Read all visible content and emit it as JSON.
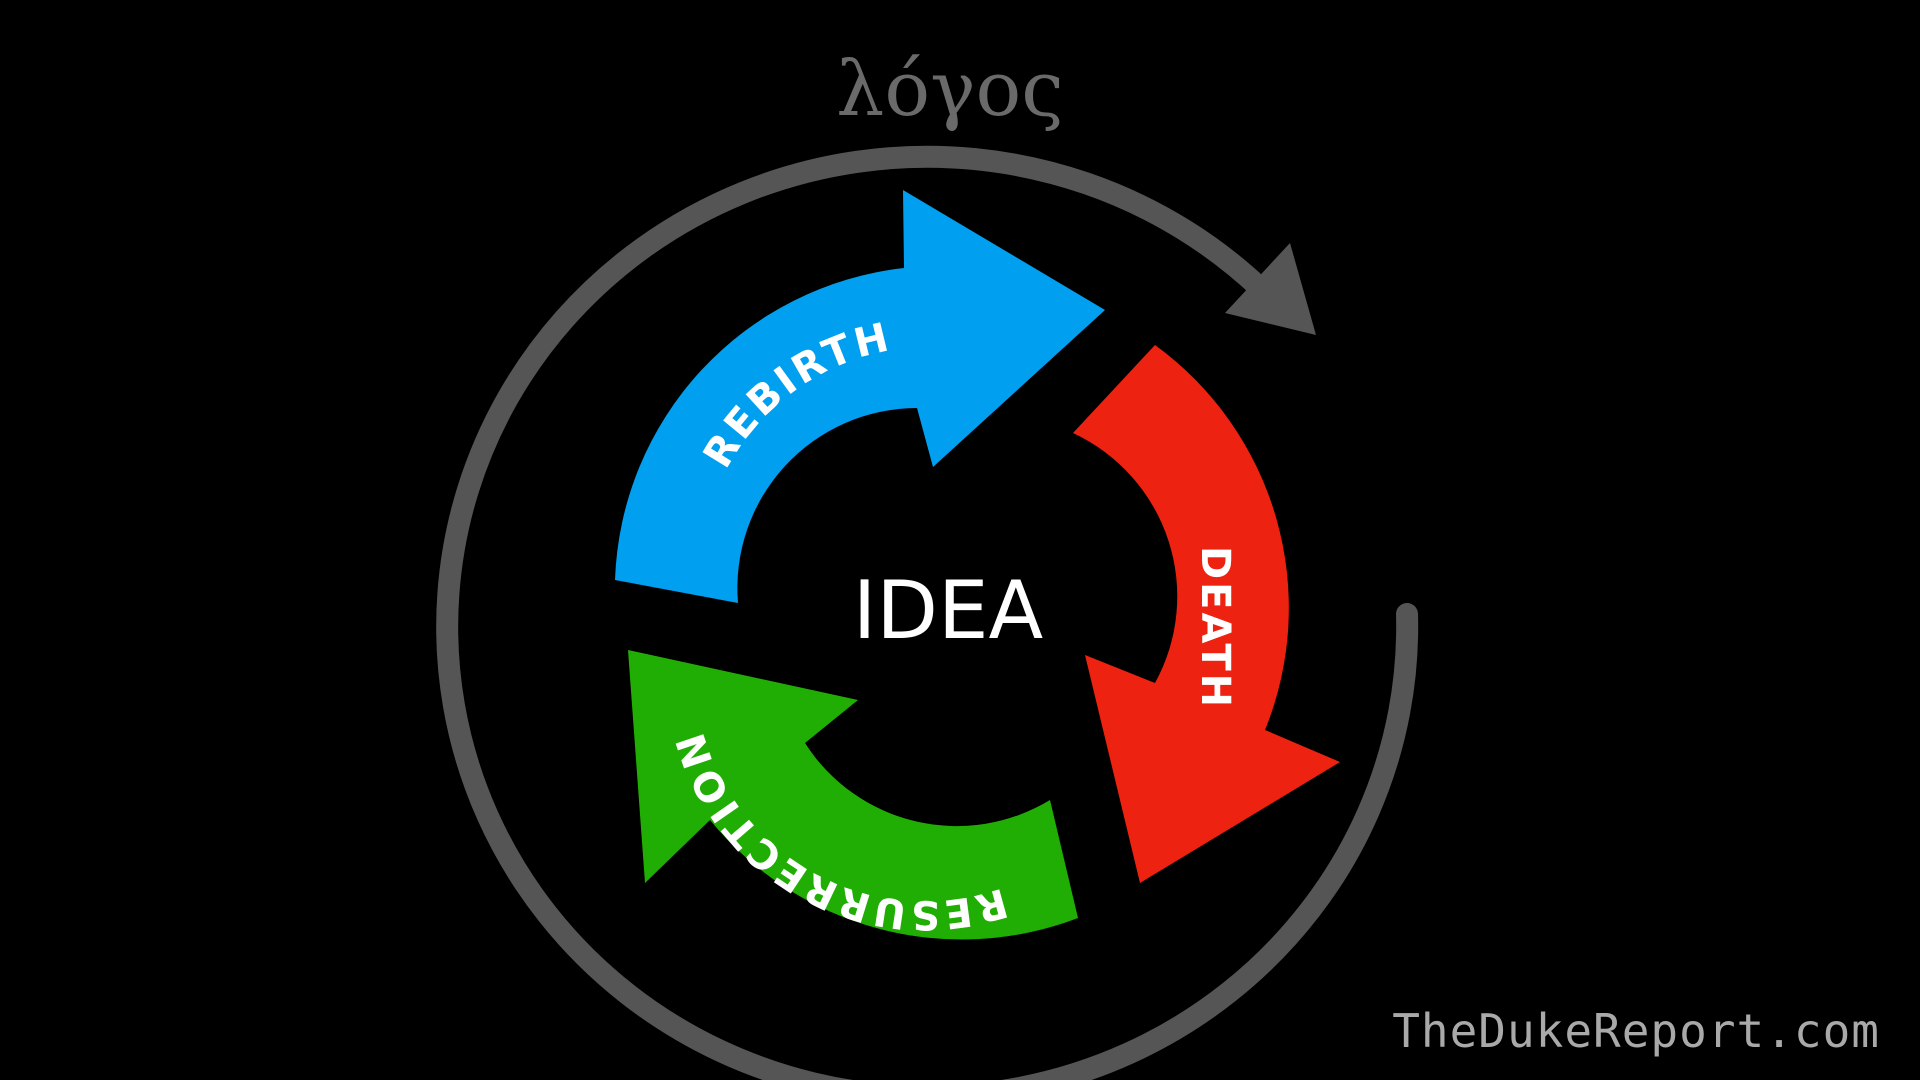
{
  "diagram": {
    "title": "λόγος",
    "center": "IDEA",
    "stages": [
      {
        "label": "REBIRTH",
        "color": "#009ff0"
      },
      {
        "label": "DEATH",
        "color": "#ee2211"
      },
      {
        "label": "RESURRECTION",
        "color": "#21ae04"
      }
    ],
    "cycle_color": "#555555",
    "text_color": "#ffffff"
  },
  "footer": {
    "website": "TheDukeReport.com"
  }
}
